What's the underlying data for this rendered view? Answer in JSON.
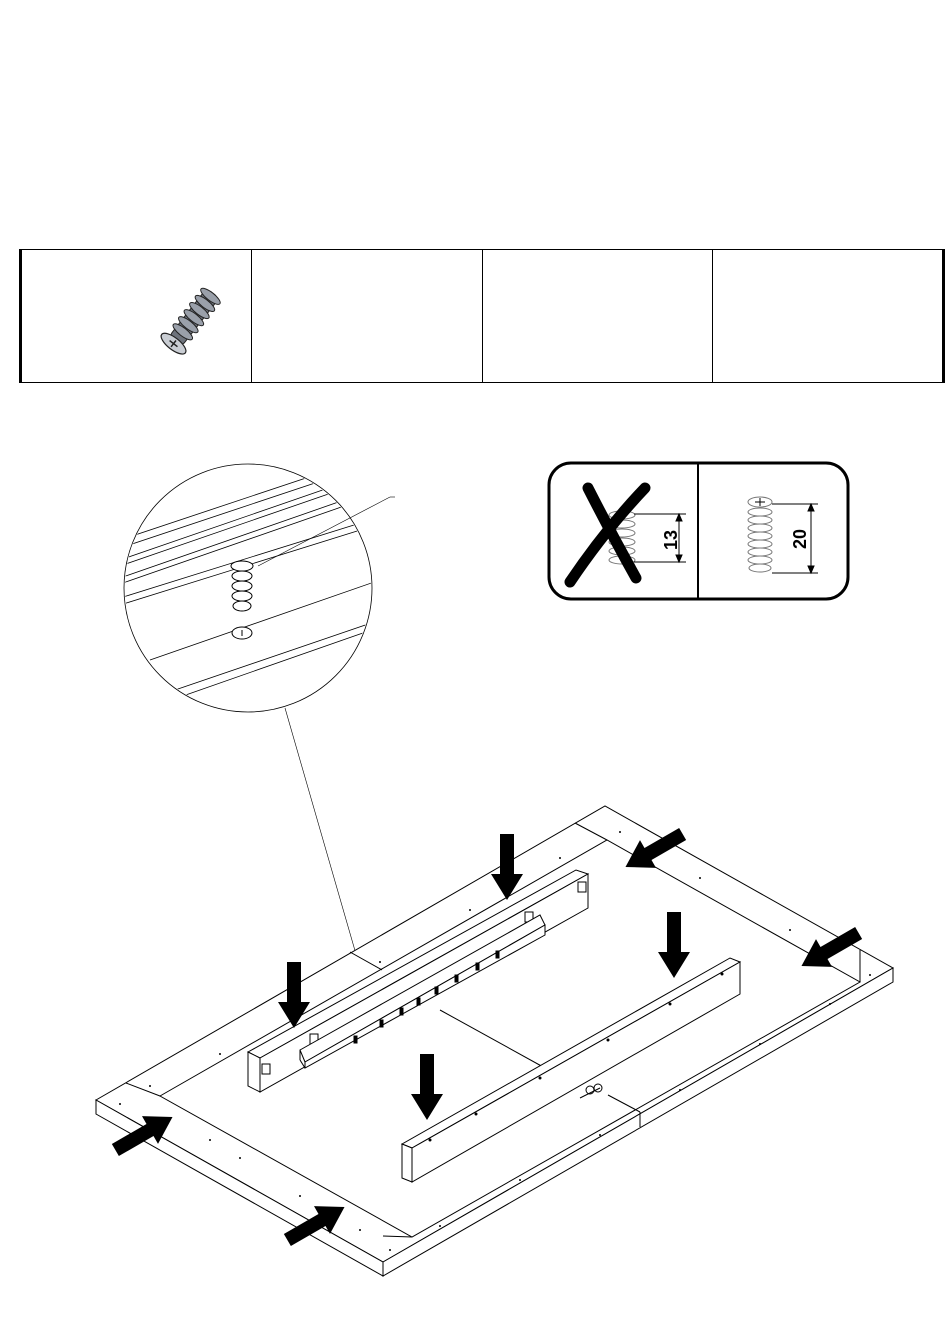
{
  "parts_table": {
    "cells": [
      {
        "part": "cam-dowel-screw"
      },
      {
        "part": ""
      },
      {
        "part": ""
      },
      {
        "part": ""
      }
    ]
  },
  "screw_length_guide": {
    "wrong": {
      "length": "13",
      "mark": "cross"
    },
    "correct": {
      "length": "20"
    }
  },
  "icons": {
    "screw": "cam-dowel-screw-icon",
    "arrow": "insert-arrow-icon",
    "cross": "wrong-cross-icon"
  },
  "colors": {
    "ink": "#000000",
    "paper": "#ffffff",
    "screw_metal": "#8a8f99"
  }
}
